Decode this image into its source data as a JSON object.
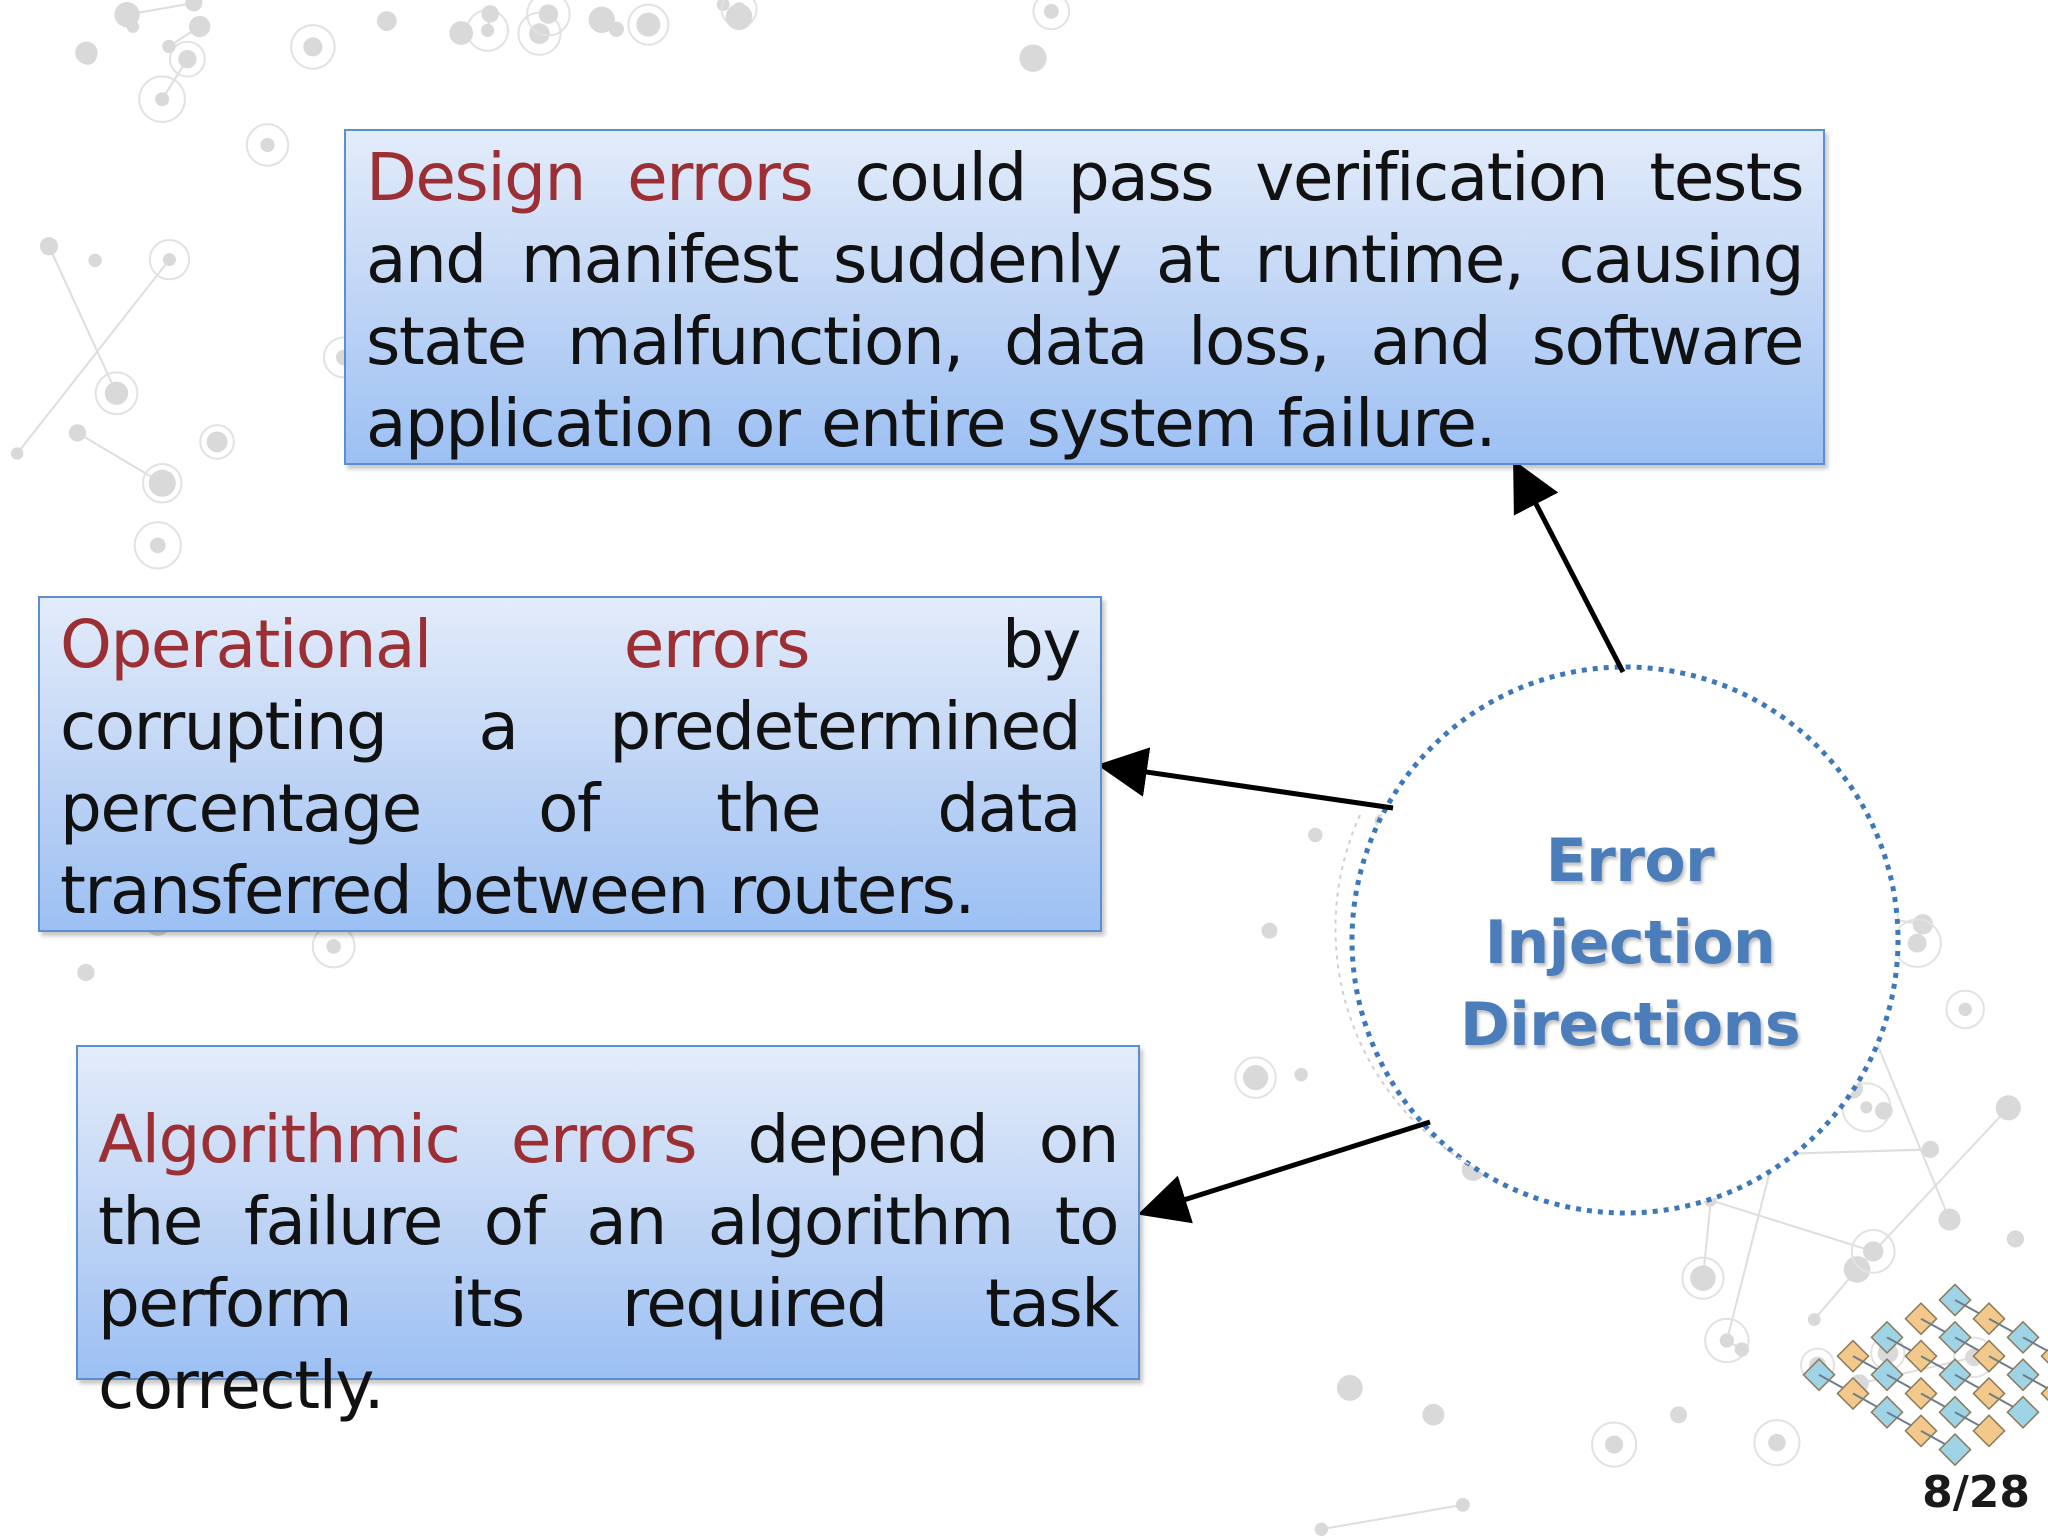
{
  "boxes": {
    "design": {
      "highlight": "Design errors",
      "text": " could pass verification tests and manifest suddenly at runtime, causing state malfunction, data loss, and software application or entire system failure."
    },
    "operational": {
      "highlight": "Operational errors",
      "text": " by corrupting a predetermined percentage of the data transferred between routers."
    },
    "algorithmic": {
      "highlight": "Algorithmic errors",
      "text": " depend on the failure of an algorithm to perform its required task correctly."
    }
  },
  "center": {
    "line1": "Error",
    "line2": "Injection",
    "line3": "Directions"
  },
  "page_number": "8/28",
  "colors": {
    "highlight": "#9c2f33",
    "circle_text": "#4a7db9",
    "circle_border": "#3e78b8",
    "box_border": "#5b8fd0",
    "network_bg": "#d9d9d9"
  }
}
